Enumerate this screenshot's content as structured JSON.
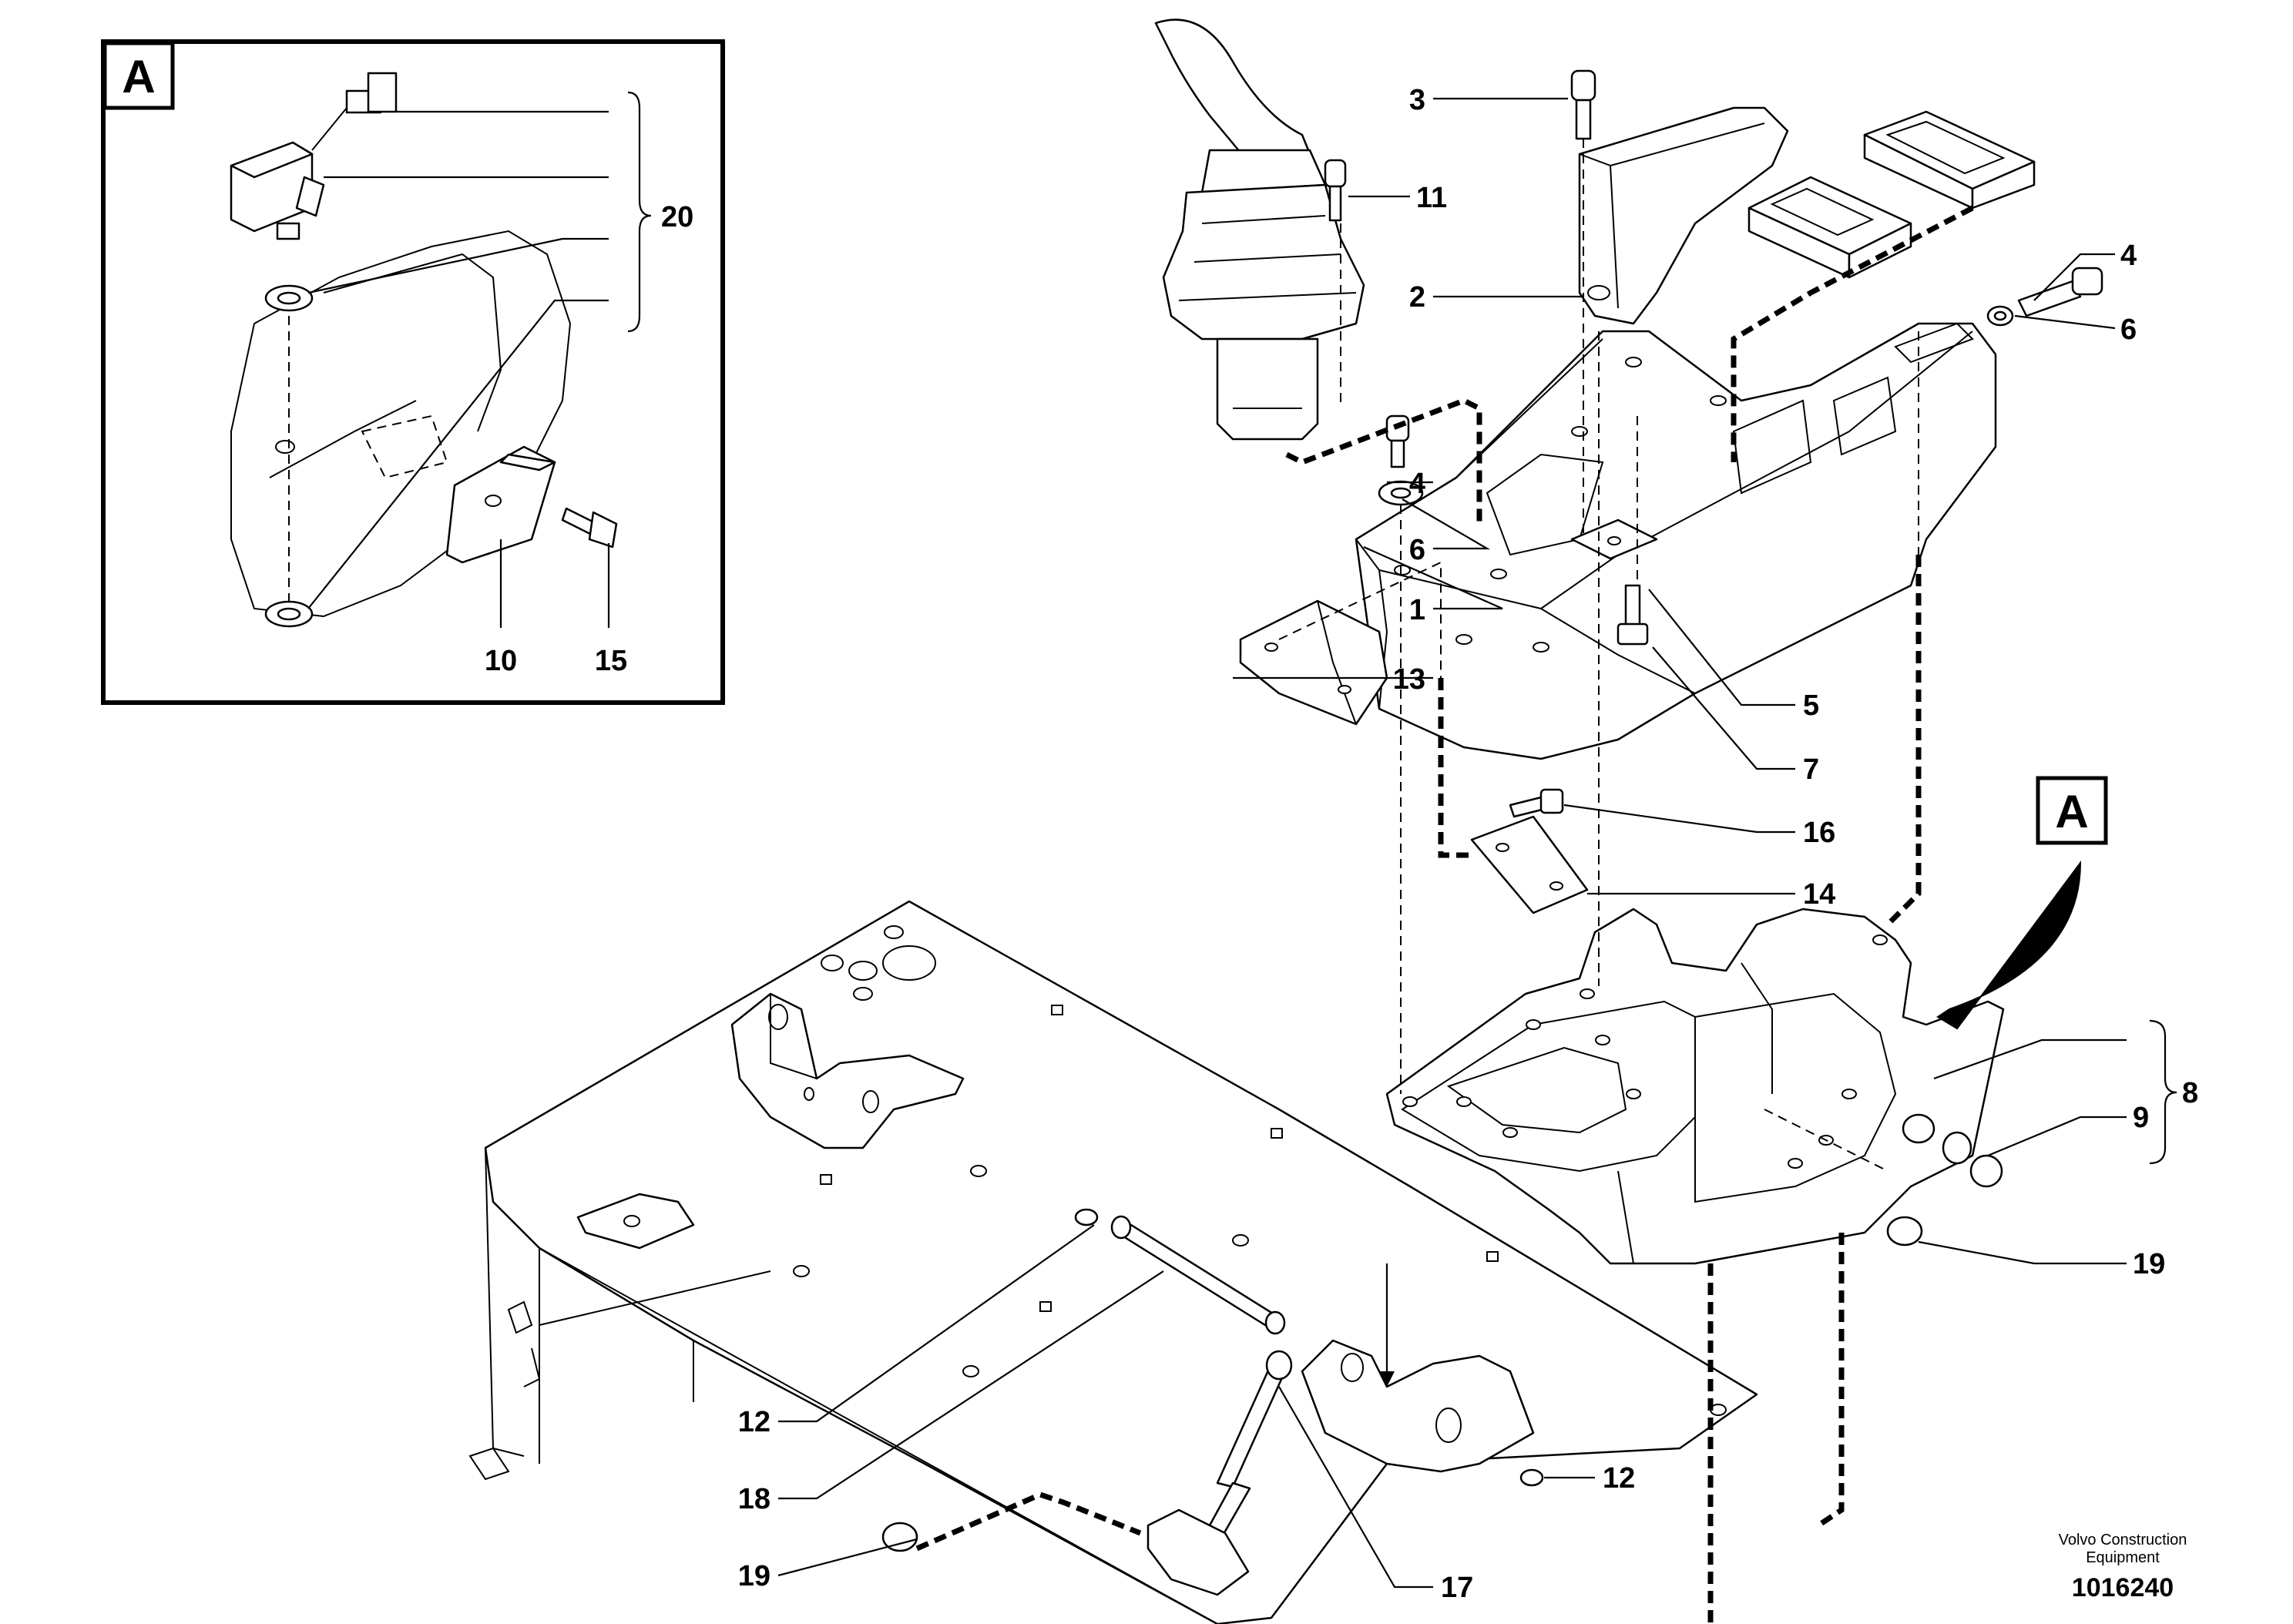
{
  "diagram": {
    "detail_label": "A",
    "detail_pointer_label": "A",
    "callouts": {
      "c1": "1",
      "c2": "2",
      "c3": "3",
      "c4a": "4",
      "c4b": "4",
      "c5": "5",
      "c6a": "6",
      "c6b": "6",
      "c7": "7",
      "c8": "8",
      "c9": "9",
      "c10": "10",
      "c11": "11",
      "c12a": "12",
      "c12b": "12",
      "c13": "13",
      "c14": "14",
      "c15": "15",
      "c16": "16",
      "c17": "17",
      "c18": "18",
      "c19a": "19",
      "c19b": "19",
      "c20": "20"
    },
    "brand_line1": "Volvo Construction",
    "brand_line2": "Equipment",
    "document_number": "1016240"
  },
  "icons": [
    "joystick",
    "switch-panel",
    "control-console",
    "bracket",
    "base-frame",
    "gas-strut",
    "pin",
    "sensor"
  ]
}
